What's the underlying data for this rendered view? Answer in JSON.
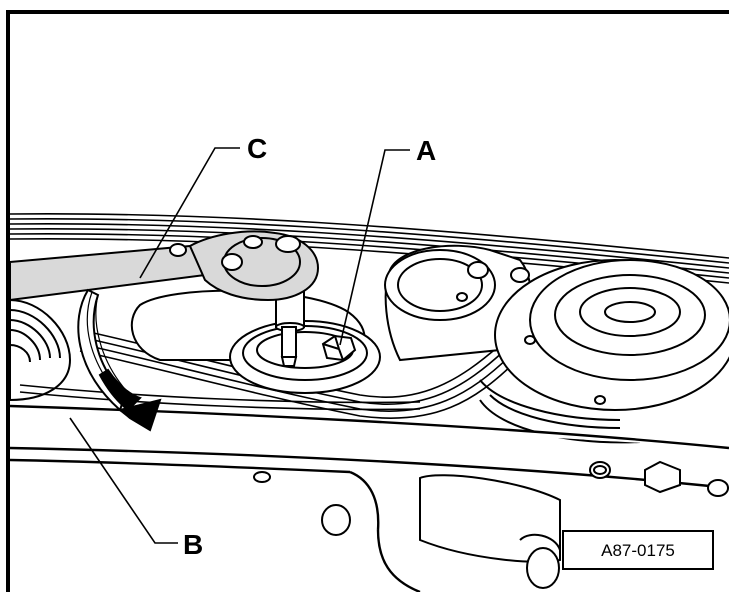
{
  "callouts": {
    "a": "A",
    "b": "B",
    "c": "C"
  },
  "reference_code": "A87-0175",
  "colors": {
    "line": "#000000",
    "tool_fill": "#d9d9d9",
    "background": "#ffffff"
  },
  "icons": {
    "rotation_arrow": "curved-arrow-clockwise"
  }
}
